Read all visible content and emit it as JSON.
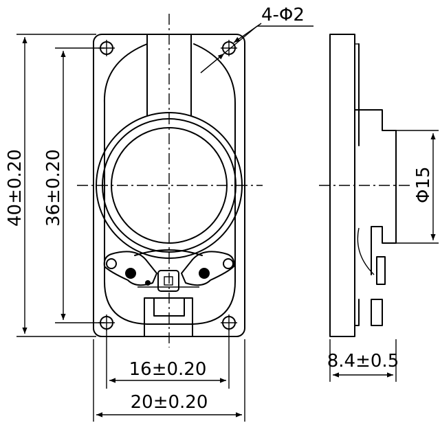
{
  "dimensions": {
    "hole_callout": "4-Φ2",
    "height_outer": "40±0.20",
    "height_inner": "36±0.20",
    "width_inner": "16±0.20",
    "width_outer": "20±0.20",
    "thickness": "8.4±0.5",
    "diameter": "Φ15"
  }
}
